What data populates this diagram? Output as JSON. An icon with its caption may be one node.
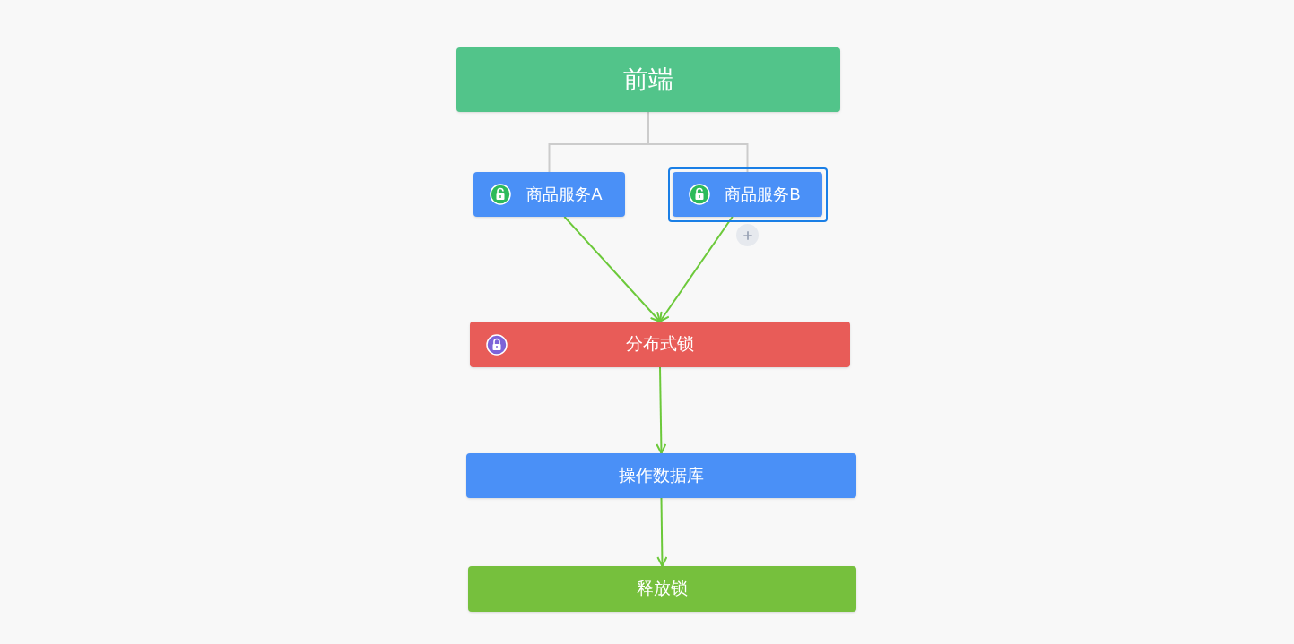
{
  "diagram": {
    "nodes": [
      {
        "text": [
          "前端"
        ]
      },
      {
        "text": [
          "商品服务A"
        ]
      },
      {
        "text": [
          "商品服务B"
        ]
      },
      {
        "text": [
          "分布式锁"
        ]
      },
      {
        "text": [
          "操作数据库"
        ]
      },
      {
        "text": [
          "释放锁"
        ]
      }
    ],
    "edges": [
      {
        "from": 0,
        "to": 1,
        "arrow": "none",
        "color": "#cccccc"
      },
      {
        "from": 0,
        "to": 2,
        "arrow": "none",
        "color": "#cccccc"
      },
      {
        "from": 1,
        "to": 3,
        "arrow": "to"
      },
      {
        "from": 2,
        "to": 3,
        "arrow": "to"
      },
      {
        "from": 3,
        "to": 4,
        "arrow": "to"
      },
      {
        "from": 4,
        "to": 5,
        "arrow": "to"
      }
    ]
  }
}
